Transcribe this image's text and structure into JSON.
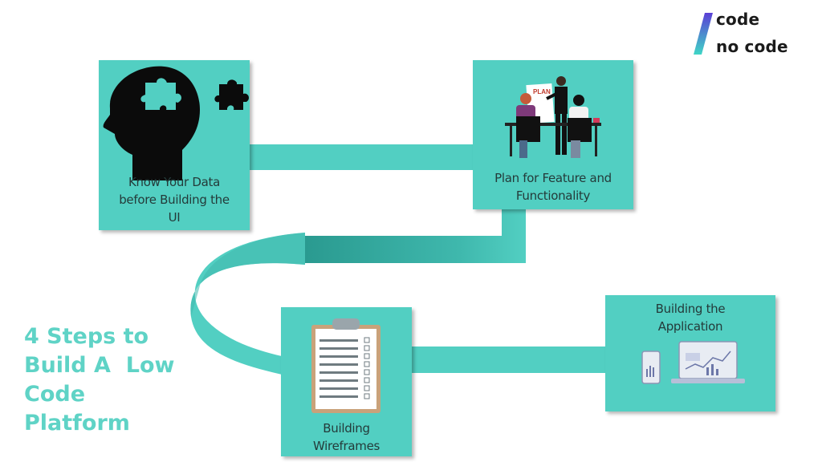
{
  "brand": {
    "line1": "code",
    "line2": "no code"
  },
  "headline": {
    "lines": [
      "4 Steps to",
      "Build A  Low",
      "Code",
      "Platform"
    ]
  },
  "steps": [
    {
      "label_lines": [
        "Know Your Data",
        "before Building the",
        "UI"
      ],
      "icon": "head-puzzle-icon"
    },
    {
      "label_lines": [
        "Plan for Feature and",
        "Functionality"
      ],
      "icon": "planning-meeting-icon",
      "sign_text": "PLAN"
    },
    {
      "label_lines": [
        "Building",
        "Wireframes"
      ],
      "icon": "clipboard-checklist-icon"
    },
    {
      "label_lines": [
        "Building the",
        "Application"
      ],
      "icon": "devices-chart-icon"
    }
  ],
  "colors": {
    "accent": "#52cfc2",
    "accent_dark": "#2a9a90",
    "head": "#0b0b0b",
    "headline": "#5fd3c6"
  }
}
